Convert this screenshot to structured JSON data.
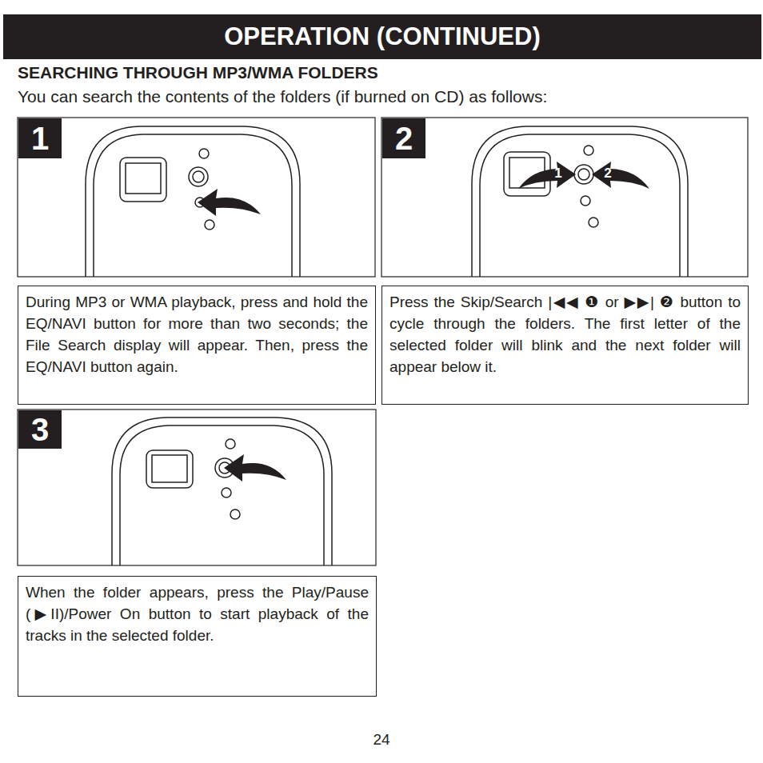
{
  "diagram": {
    "title": "OPERATION (CONTINUED)",
    "nodes": [
      {
        "text": [
          "1"
        ]
      },
      {
        "text": [
          "During MP3 or WMA playback, press and hold the EQ/NAVI button for more than two seconds; the File Search display will appear. Then, press the EQ/NAVI button again."
        ]
      },
      {
        "text": [
          "2"
        ]
      },
      {
        "text": [
          "Press the Skip/Search |◀◀ ❶ or ▶▶| ❷ button to cycle through the folders. The first letter of the selected folder will blink and the next folder will appear below it."
        ]
      },
      {
        "text": [
          "3"
        ]
      },
      {
        "text": [
          "When the folder appears, press the Play/Pause (▶II)/Power On button to start playback of the tracks in the selected folder."
        ]
      }
    ],
    "labels": [
      "SEARCHING THROUGH MP3/WMA FOLDERS",
      "You can search the contents of the folders (if burned on CD) as follows:",
      "1",
      "2",
      "24"
    ]
  }
}
